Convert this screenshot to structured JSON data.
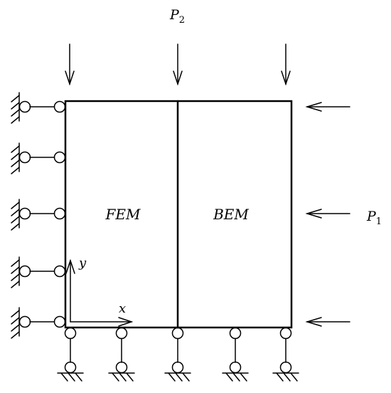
{
  "labels": {
    "top_load": "P",
    "top_load_sub": "2",
    "side_load": "P",
    "side_load_sub": "1",
    "fem_region": "FEM",
    "bem_region": "BEM",
    "axis_x": "x",
    "axis_y": "y"
  },
  "counts": {
    "left_supports": 5,
    "bottom_supports": 5,
    "top_arrows": 3,
    "side_arrows": 3
  }
}
